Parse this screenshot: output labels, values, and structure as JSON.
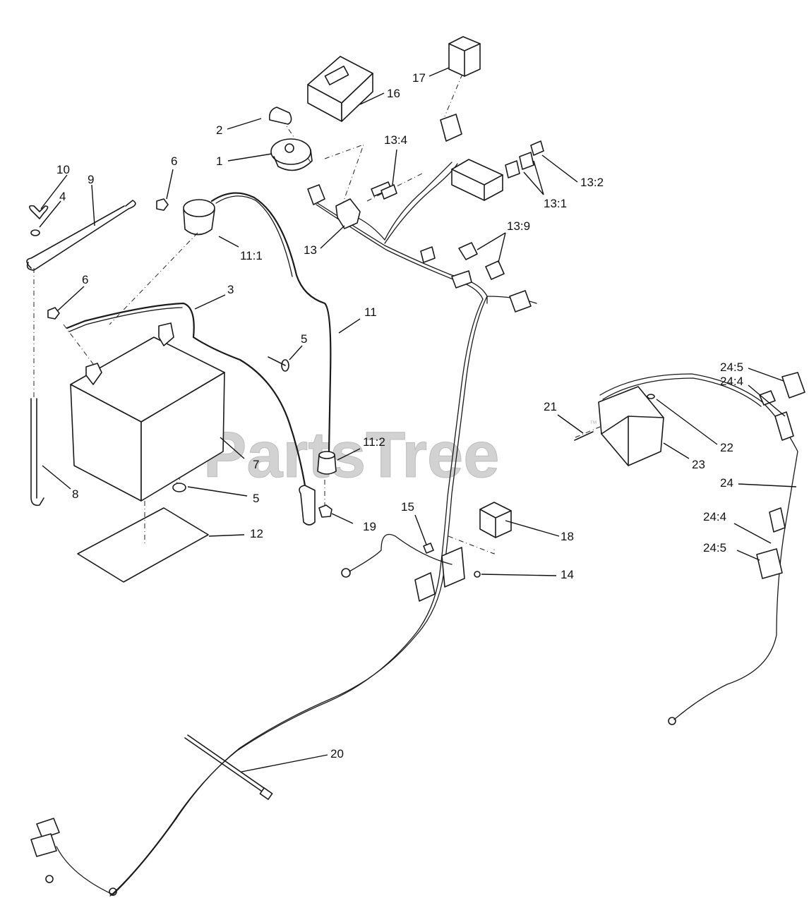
{
  "watermark": {
    "text": "PartsTree",
    "mark": "™"
  },
  "callouts": {
    "c1": "1",
    "c2": "2",
    "c3": "3",
    "c4": "4",
    "c5a": "5",
    "c5b": "5",
    "c6a": "6",
    "c6b": "6",
    "c7": "7",
    "c8": "8",
    "c9": "9",
    "c10": "10",
    "c11": "11",
    "c11_1": "11:1",
    "c11_2": "11:2",
    "c12": "12",
    "c13": "13",
    "c13_1": "13:1",
    "c13_2": "13:2",
    "c13_4": "13:4",
    "c13_9": "13:9",
    "c14": "14",
    "c15": "15",
    "c16": "16",
    "c17": "17",
    "c18": "18",
    "c19": "19",
    "c20": "20",
    "c21": "21",
    "c22": "22",
    "c23": "23",
    "c24": "24",
    "c24_4a": "24:4",
    "c24_5a": "24:5",
    "c24_4b": "24:4",
    "c24_5b": "24:5"
  },
  "colors": {
    "line": "#1a1a1a",
    "watermark": "#d2d2d2"
  }
}
